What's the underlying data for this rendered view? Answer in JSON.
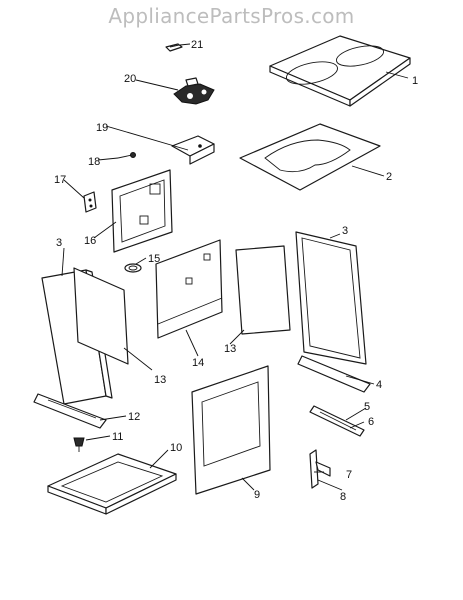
{
  "watermark": "AppliancePartsPros.com",
  "callouts": {
    "c1": "1",
    "c2": "2",
    "c3a": "3",
    "c3b": "3",
    "c4": "4",
    "c5": "5",
    "c6": "6",
    "c7": "7",
    "c8": "8",
    "c9": "9",
    "c10": "10",
    "c11": "11",
    "c12": "12",
    "c13a": "13",
    "c13b": "13",
    "c14": "14",
    "c15": "15",
    "c16": "16",
    "c17": "17",
    "c18": "18",
    "c19": "19",
    "c20": "20",
    "c21": "21"
  }
}
